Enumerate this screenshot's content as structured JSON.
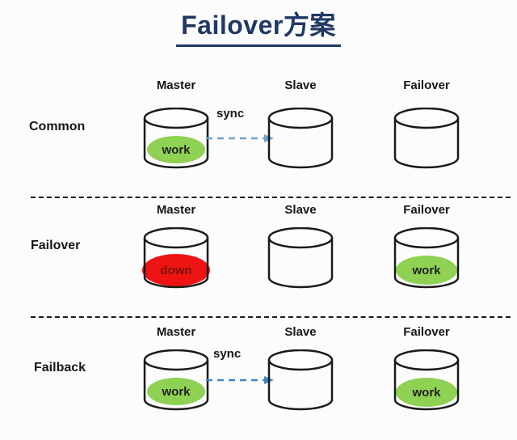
{
  "title": {
    "text": "Failover方案",
    "color": "#1f3864"
  },
  "rows": [
    {
      "label": "Common",
      "cells": [
        {
          "header": "Master",
          "status": "work",
          "fill": "#8ed153",
          "status_color": "#222222"
        },
        {
          "header": "Slave"
        },
        {
          "header": "Failover"
        }
      ],
      "sync": {
        "label": "sync",
        "color": "#6fa3c8"
      }
    },
    {
      "label": "Failover",
      "cells": [
        {
          "header": "Master",
          "status": "down",
          "fill": "#ee1414",
          "status_color": "#7d120b"
        },
        {
          "header": "Slave"
        },
        {
          "header": "Failover",
          "status": "work",
          "fill": "#8ed153",
          "status_color": "#222222"
        }
      ]
    },
    {
      "label": "Failback",
      "cells": [
        {
          "header": "Master",
          "status": "work",
          "fill": "#8ed153",
          "status_color": "#222222"
        },
        {
          "header": "Slave"
        },
        {
          "header": "Failover",
          "status": "work",
          "fill": "#8ed153",
          "status_color": "#222222"
        }
      ],
      "sync": {
        "label": "sync",
        "color": "#3e88c5"
      }
    }
  ]
}
